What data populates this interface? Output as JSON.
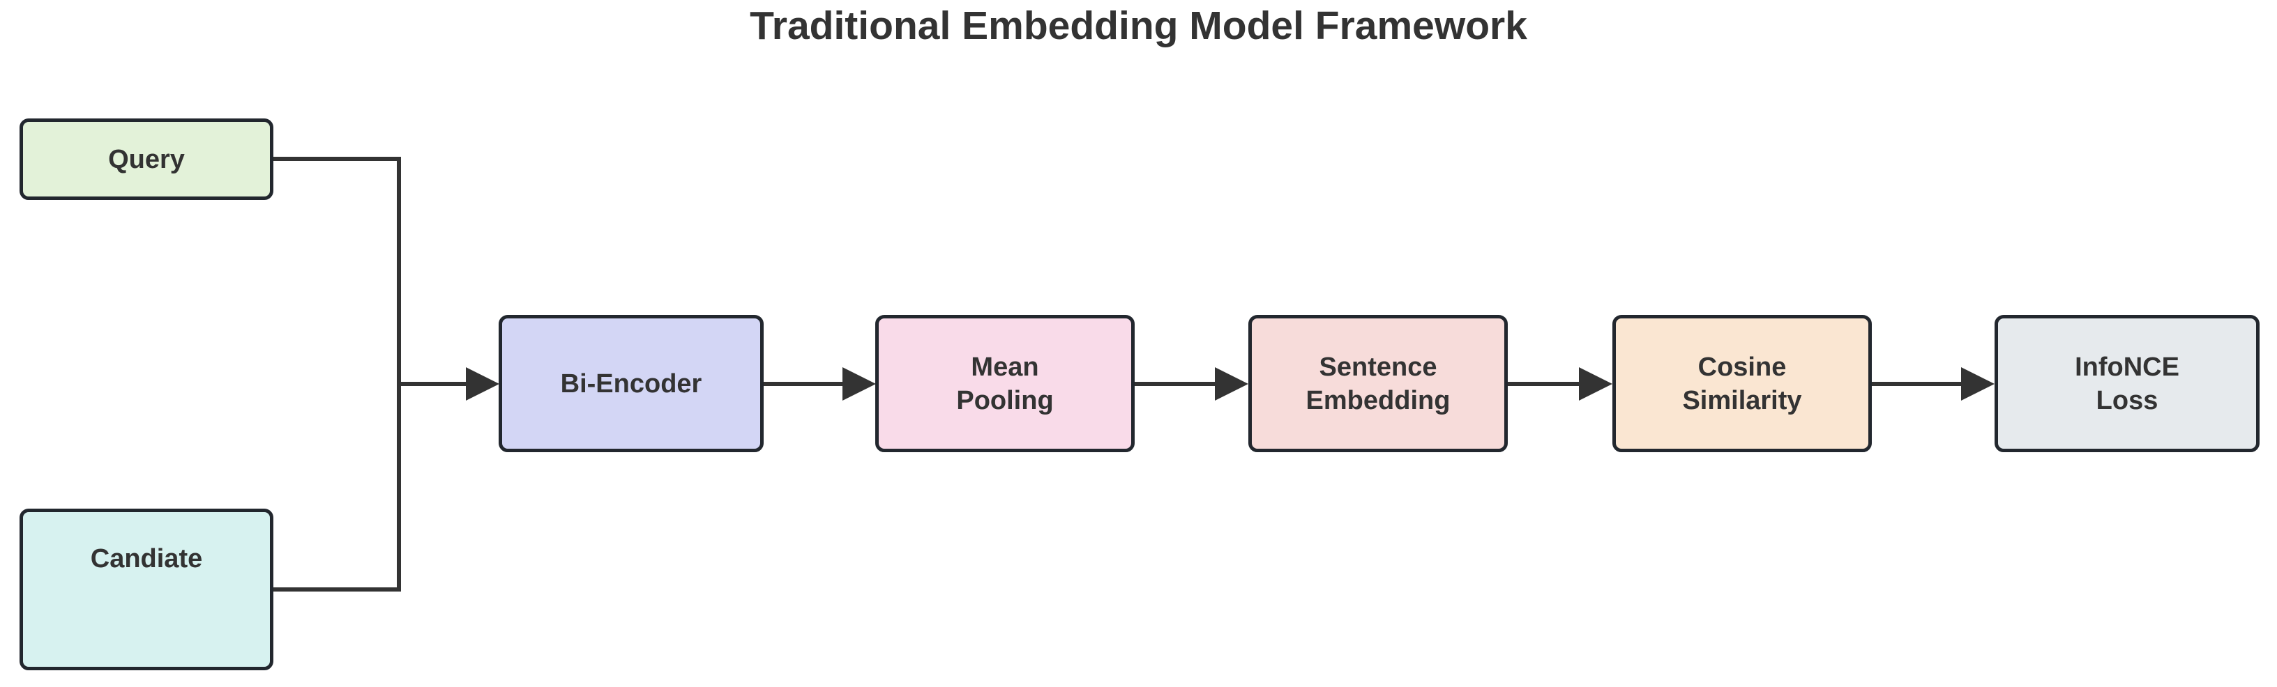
{
  "diagram": {
    "title": "Traditional Embedding Model Framework",
    "type": "flowchart",
    "direction": "left-to-right",
    "nodes": [
      {
        "id": "query",
        "label": "Query",
        "fill": "#e3f2d9",
        "border": "#22272e",
        "text_color": "#333333"
      },
      {
        "id": "candiate",
        "label": "Candiate",
        "fill": "#d7f2f0",
        "border": "#22272e",
        "text_color": "#333333"
      },
      {
        "id": "bi_encoder",
        "label": "Bi-Encoder",
        "fill": "#d3d6f5",
        "border": "#22272e",
        "text_color": "#333333"
      },
      {
        "id": "mean_pooling",
        "label": "Mean\nPooling",
        "fill": "#f9dbe9",
        "border": "#22272e",
        "text_color": "#333333"
      },
      {
        "id": "sentence_embedding",
        "label": "Sentence\nEmbedding",
        "fill": "#f7dcda",
        "border": "#22272e",
        "text_color": "#333333"
      },
      {
        "id": "cosine_similarity",
        "label": "Cosine\nSimilarity",
        "fill": "#fae6d2",
        "border": "#22272e",
        "text_color": "#333333"
      },
      {
        "id": "infonce_loss",
        "label": "InfoNCE\nLoss",
        "fill": "#e6eaed",
        "border": "#22272e",
        "text_color": "#333333"
      }
    ],
    "edges": [
      {
        "from": "query",
        "to": "bi_encoder",
        "style": "orthogonal",
        "arrow": true
      },
      {
        "from": "candiate",
        "to": "bi_encoder",
        "style": "orthogonal",
        "arrow": true
      },
      {
        "from": "bi_encoder",
        "to": "mean_pooling",
        "style": "straight",
        "arrow": true
      },
      {
        "from": "mean_pooling",
        "to": "sentence_embedding",
        "style": "straight",
        "arrow": true
      },
      {
        "from": "sentence_embedding",
        "to": "cosine_similarity",
        "style": "straight",
        "arrow": true
      },
      {
        "from": "cosine_similarity",
        "to": "infonce_loss",
        "style": "straight",
        "arrow": true
      }
    ],
    "edge_color": "#333333",
    "background": "#ffffff"
  }
}
